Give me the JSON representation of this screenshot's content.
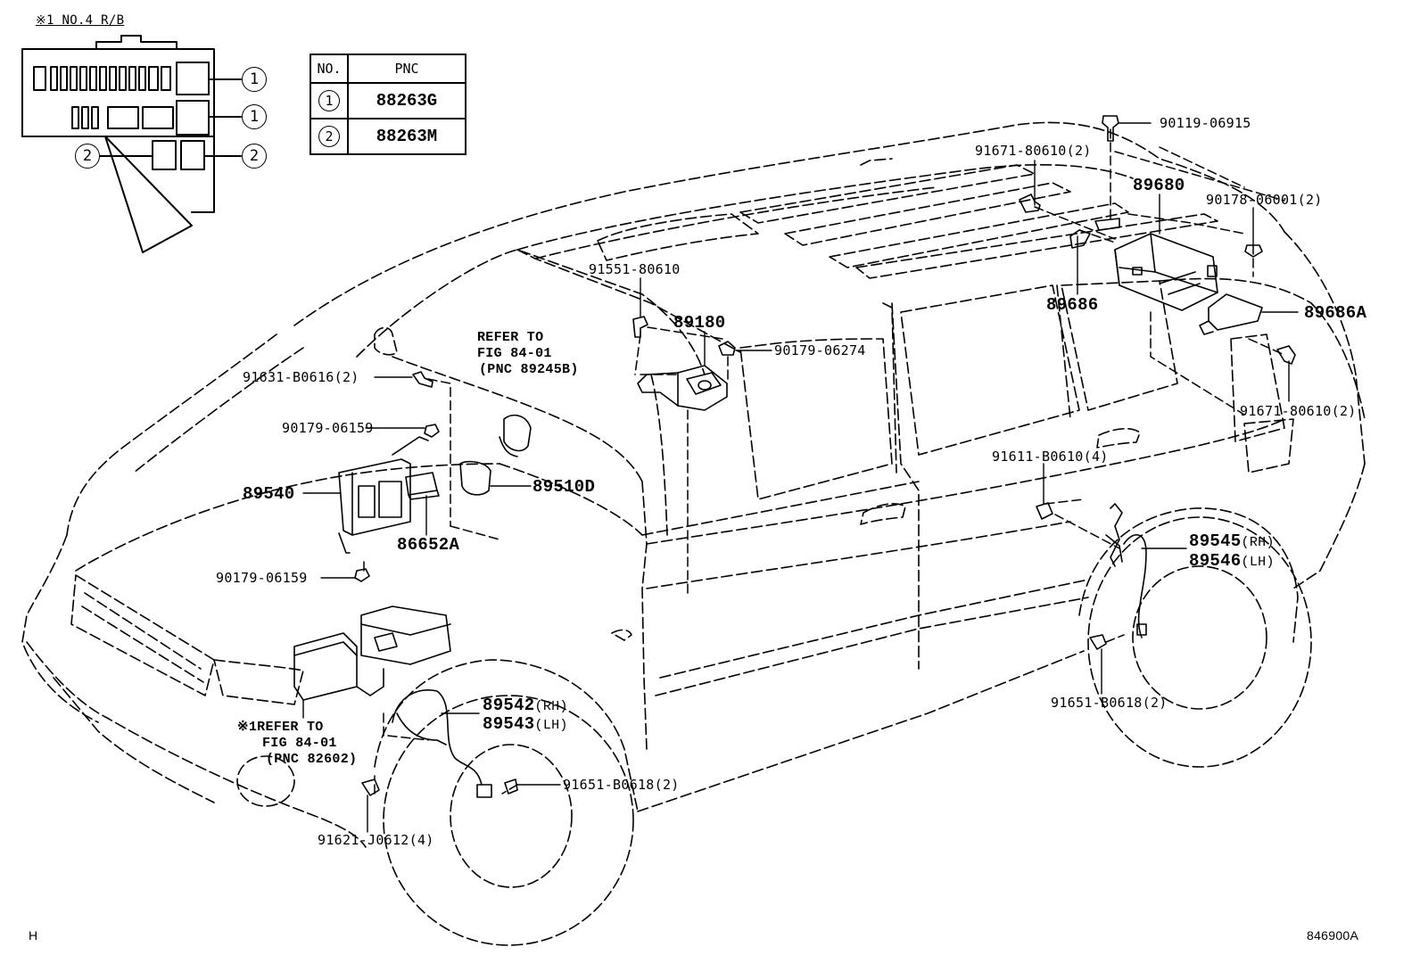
{
  "relay_block": {
    "title": "※1 NO.4 R/B",
    "callouts": [
      "1",
      "1",
      "2",
      "2"
    ]
  },
  "pnc_table": {
    "headers": [
      "NO.",
      "PNC"
    ],
    "rows": [
      {
        "no": "1",
        "pnc": "88263G"
      },
      {
        "no": "2",
        "pnc": "88263M"
      }
    ]
  },
  "labels": {
    "p90119": "90119-06915",
    "p91671a": "91671-80610(2)",
    "p89680": "89680",
    "p90178": "90178-06001(2)",
    "p89686": "89686",
    "p89686a": "89686A",
    "p91671b": "91671-80610(2)",
    "p91551": "91551-80610",
    "p89180": "89180",
    "p90179_06274": "90179-06274",
    "refer1_line1": "REFER TO",
    "refer1_line2": "FIG 84-01",
    "refer1_line3": "(PNC 89245B)",
    "p91631": "91631-B0616(2)",
    "p90179_06159a": "90179-06159",
    "p89540": "89540",
    "p89510d": "89510D",
    "p86652a": "86652A",
    "p90179_06159b": "90179-06159",
    "p91611": "91611-B0610(4)",
    "p89545": "89545",
    "p89545_side": "(RH)",
    "p89546": "89546",
    "p89546_side": "(LH)",
    "p91651a": "91651-B0618(2)",
    "p89542": "89542",
    "p89542_side": "(RH)",
    "p89543": "89543",
    "p89543_side": "(LH)",
    "refer2_line1": "※1REFER TO",
    "refer2_line2": "FIG 84-01",
    "refer2_line3": "(PNC 82602)",
    "p91651b": "91651-B0618(2)",
    "p91621": "91621-J0612(4)",
    "corner_left": "H",
    "figure_id": "846900A"
  }
}
